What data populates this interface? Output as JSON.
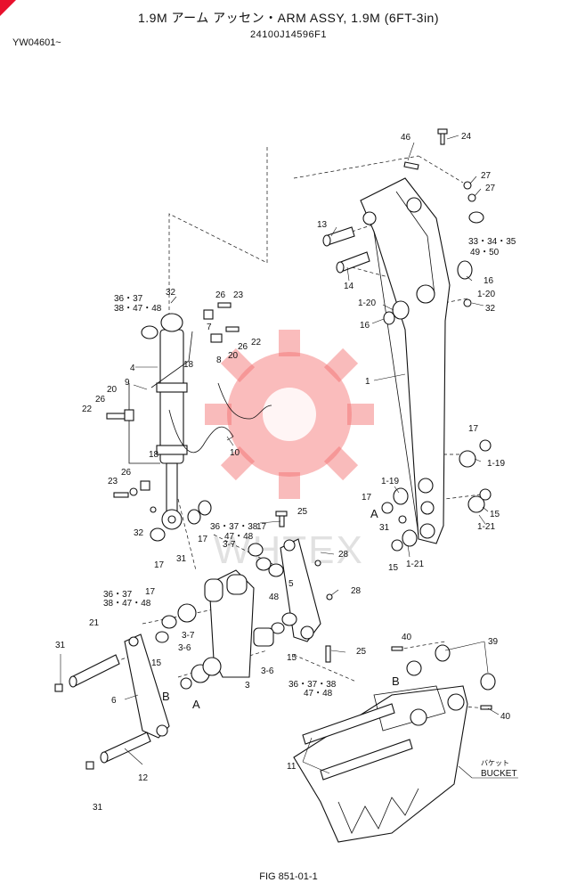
{
  "header": {
    "title": "1.9M アーム アッセン・ARM ASSY, 1.9M (6FT-3in)",
    "part_number": "24100J14596F1",
    "serial": "YW04601~"
  },
  "footer": {
    "figure": "FIG 851-01-1"
  },
  "watermark": {
    "text": "WHTEX",
    "color": "#f36b6b"
  },
  "corner_mark_color": "#e8112d",
  "bucket_label": {
    "jp": "バケット",
    "en": "BUCKET"
  },
  "callouts": {
    "c46": "46",
    "c24": "24",
    "c27a": "27",
    "c27b": "27",
    "c13": "13",
    "c14": "14",
    "c33": "33・34・35",
    "c49": "49・50",
    "c16a": "16",
    "c120a": "1-20",
    "c32a": "32",
    "c120b": "1-20",
    "c16b": "16",
    "c1": "1",
    "c17a": "17",
    "c119a": "1-19",
    "c119b": "1-19",
    "c17b": "17",
    "cA1": "A",
    "c31a": "31",
    "c15a": "15",
    "c121a": "1-21",
    "c15b": "15",
    "c121b": "1-21",
    "c3637a": "36・37",
    "c384748a": "38・47・48",
    "c32b": "32",
    "c26a": "26",
    "c23a": "23",
    "c7": "7",
    "c22a": "22",
    "c26b": "26",
    "c20a": "20",
    "c18a": "18",
    "c8": "8",
    "c4": "4",
    "c9": "9",
    "c20b": "20",
    "c26c": "26",
    "c22b": "22",
    "c10": "10",
    "c18b": "18",
    "c26d": "26",
    "c23b": "23",
    "c32c": "32",
    "c17c": "17",
    "c363738a": "36・37・38",
    "c4748a": "47・48",
    "c37a": "3-7",
    "c17d": "17",
    "c25a": "25",
    "c28a": "28",
    "c31b": "31",
    "c5": "5",
    "c3637b": "36・37",
    "c17e": "17",
    "c384748b": "38・47・48",
    "c48": "48",
    "c28b": "28",
    "c21": "21",
    "c37b": "3-7",
    "c36a": "3-6",
    "c15c": "15",
    "c31c": "31",
    "c15d": "15",
    "c25b": "25",
    "c36b": "3-6",
    "c3": "3",
    "c363738b": "36・37・38",
    "c4748b": "47・48",
    "c6": "6",
    "cB1": "B",
    "cA2": "A",
    "c40a": "40",
    "c39": "39",
    "cB2": "B",
    "c40b": "40",
    "c11": "11",
    "c12": "12",
    "c31d": "31"
  }
}
